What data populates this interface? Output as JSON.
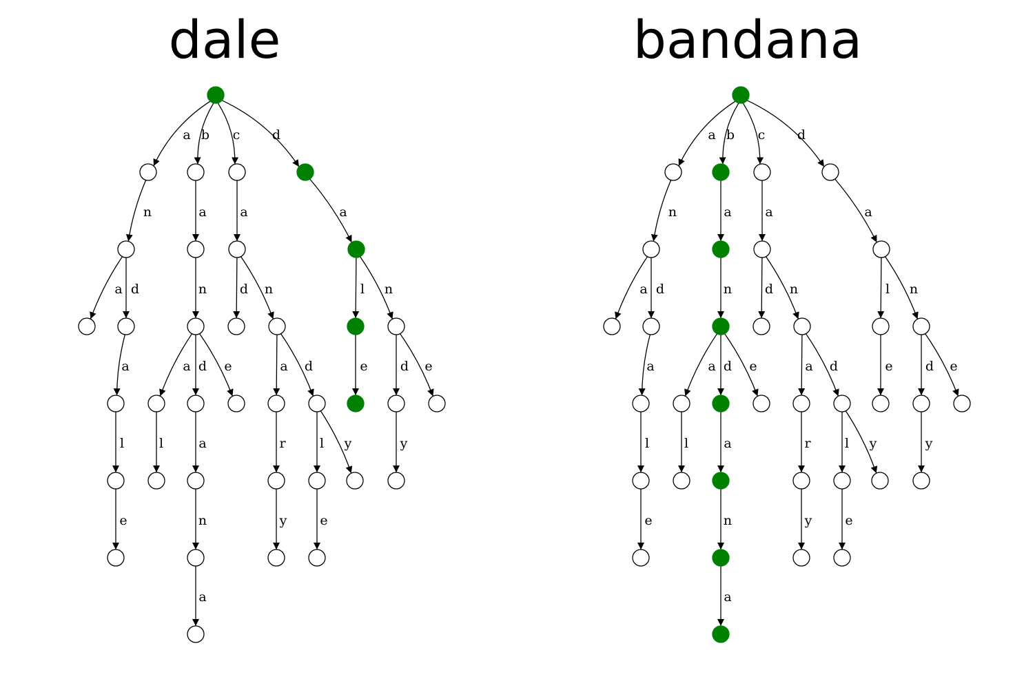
{
  "highlight_color": "#008000",
  "tries": [
    {
      "title": "dale",
      "nodes": [
        {
          "id": "root",
          "highlighted": true
        },
        {
          "id": "a",
          "highlighted": false
        },
        {
          "id": "b",
          "highlighted": false
        },
        {
          "id": "c",
          "highlighted": false
        },
        {
          "id": "d",
          "highlighted": true
        },
        {
          "id": "an",
          "highlighted": false
        },
        {
          "id": "ana",
          "highlighted": false
        },
        {
          "id": "and",
          "highlighted": false
        },
        {
          "id": "anda",
          "highlighted": false
        },
        {
          "id": "andal",
          "highlighted": false
        },
        {
          "id": "andale",
          "highlighted": false
        },
        {
          "id": "ba",
          "highlighted": false
        },
        {
          "id": "ban",
          "highlighted": false
        },
        {
          "id": "bana",
          "highlighted": false
        },
        {
          "id": "banal",
          "highlighted": false
        },
        {
          "id": "band",
          "highlighted": false
        },
        {
          "id": "banda",
          "highlighted": false
        },
        {
          "id": "bandan",
          "highlighted": false
        },
        {
          "id": "bandana",
          "highlighted": false
        },
        {
          "id": "bane",
          "highlighted": false
        },
        {
          "id": "ca",
          "highlighted": false
        },
        {
          "id": "cad",
          "highlighted": false
        },
        {
          "id": "can",
          "highlighted": false
        },
        {
          "id": "cana",
          "highlighted": false
        },
        {
          "id": "canar",
          "highlighted": false
        },
        {
          "id": "canary",
          "highlighted": false
        },
        {
          "id": "cand",
          "highlighted": false
        },
        {
          "id": "candl",
          "highlighted": false
        },
        {
          "id": "candle",
          "highlighted": false
        },
        {
          "id": "candy",
          "highlighted": false
        },
        {
          "id": "da",
          "highlighted": true
        },
        {
          "id": "dal",
          "highlighted": true
        },
        {
          "id": "dale",
          "highlighted": true
        },
        {
          "id": "dan",
          "highlighted": false
        },
        {
          "id": "dand",
          "highlighted": false
        },
        {
          "id": "dandy",
          "highlighted": false
        },
        {
          "id": "dane",
          "highlighted": false
        }
      ]
    },
    {
      "title": "bandana",
      "nodes": [
        {
          "id": "root",
          "highlighted": true
        },
        {
          "id": "a",
          "highlighted": false
        },
        {
          "id": "b",
          "highlighted": true
        },
        {
          "id": "c",
          "highlighted": false
        },
        {
          "id": "d",
          "highlighted": false
        },
        {
          "id": "an",
          "highlighted": false
        },
        {
          "id": "ana",
          "highlighted": false
        },
        {
          "id": "and",
          "highlighted": false
        },
        {
          "id": "anda",
          "highlighted": false
        },
        {
          "id": "andal",
          "highlighted": false
        },
        {
          "id": "andale",
          "highlighted": false
        },
        {
          "id": "ba",
          "highlighted": true
        },
        {
          "id": "ban",
          "highlighted": true
        },
        {
          "id": "bana",
          "highlighted": false
        },
        {
          "id": "banal",
          "highlighted": false
        },
        {
          "id": "band",
          "highlighted": true
        },
        {
          "id": "banda",
          "highlighted": true
        },
        {
          "id": "bandan",
          "highlighted": true
        },
        {
          "id": "bandana",
          "highlighted": true
        },
        {
          "id": "bane",
          "highlighted": false
        },
        {
          "id": "ca",
          "highlighted": false
        },
        {
          "id": "cad",
          "highlighted": false
        },
        {
          "id": "can",
          "highlighted": false
        },
        {
          "id": "cana",
          "highlighted": false
        },
        {
          "id": "canar",
          "highlighted": false
        },
        {
          "id": "canary",
          "highlighted": false
        },
        {
          "id": "cand",
          "highlighted": false
        },
        {
          "id": "candl",
          "highlighted": false
        },
        {
          "id": "candle",
          "highlighted": false
        },
        {
          "id": "candy",
          "highlighted": false
        },
        {
          "id": "da",
          "highlighted": false
        },
        {
          "id": "dal",
          "highlighted": false
        },
        {
          "id": "dale",
          "highlighted": false
        },
        {
          "id": "dan",
          "highlighted": false
        },
        {
          "id": "dand",
          "highlighted": false
        },
        {
          "id": "dandy",
          "highlighted": false
        },
        {
          "id": "dane",
          "highlighted": false
        }
      ]
    }
  ],
  "edges": [
    {
      "from": "root",
      "to": "a",
      "label": "a"
    },
    {
      "from": "root",
      "to": "b",
      "label": "b"
    },
    {
      "from": "root",
      "to": "c",
      "label": "c"
    },
    {
      "from": "root",
      "to": "d",
      "label": "d"
    },
    {
      "from": "a",
      "to": "an",
      "label": "n"
    },
    {
      "from": "an",
      "to": "ana",
      "label": "a"
    },
    {
      "from": "an",
      "to": "and",
      "label": "d"
    },
    {
      "from": "and",
      "to": "anda",
      "label": "a"
    },
    {
      "from": "anda",
      "to": "andal",
      "label": "l"
    },
    {
      "from": "andal",
      "to": "andale",
      "label": "e"
    },
    {
      "from": "b",
      "to": "ba",
      "label": "a"
    },
    {
      "from": "ba",
      "to": "ban",
      "label": "n"
    },
    {
      "from": "ban",
      "to": "bana",
      "label": "a"
    },
    {
      "from": "ban",
      "to": "band",
      "label": "d"
    },
    {
      "from": "ban",
      "to": "bane",
      "label": "e"
    },
    {
      "from": "bana",
      "to": "banal",
      "label": "l"
    },
    {
      "from": "band",
      "to": "banda",
      "label": "a"
    },
    {
      "from": "banda",
      "to": "bandan",
      "label": "n"
    },
    {
      "from": "bandan",
      "to": "bandana",
      "label": "a"
    },
    {
      "from": "c",
      "to": "ca",
      "label": "a"
    },
    {
      "from": "ca",
      "to": "cad",
      "label": "d"
    },
    {
      "from": "ca",
      "to": "can",
      "label": "n"
    },
    {
      "from": "can",
      "to": "cana",
      "label": "a"
    },
    {
      "from": "can",
      "to": "cand",
      "label": "d"
    },
    {
      "from": "cana",
      "to": "canar",
      "label": "r"
    },
    {
      "from": "canar",
      "to": "canary",
      "label": "y"
    },
    {
      "from": "cand",
      "to": "candl",
      "label": "l"
    },
    {
      "from": "cand",
      "to": "candy",
      "label": "y"
    },
    {
      "from": "candl",
      "to": "candle",
      "label": "e"
    },
    {
      "from": "d",
      "to": "da",
      "label": "a"
    },
    {
      "from": "da",
      "to": "dal",
      "label": "l"
    },
    {
      "from": "da",
      "to": "dan",
      "label": "n"
    },
    {
      "from": "dal",
      "to": "dale",
      "label": "e"
    },
    {
      "from": "dan",
      "to": "dand",
      "label": "d"
    },
    {
      "from": "dan",
      "to": "dane",
      "label": "e"
    },
    {
      "from": "dand",
      "to": "dandy",
      "label": "y"
    }
  ]
}
